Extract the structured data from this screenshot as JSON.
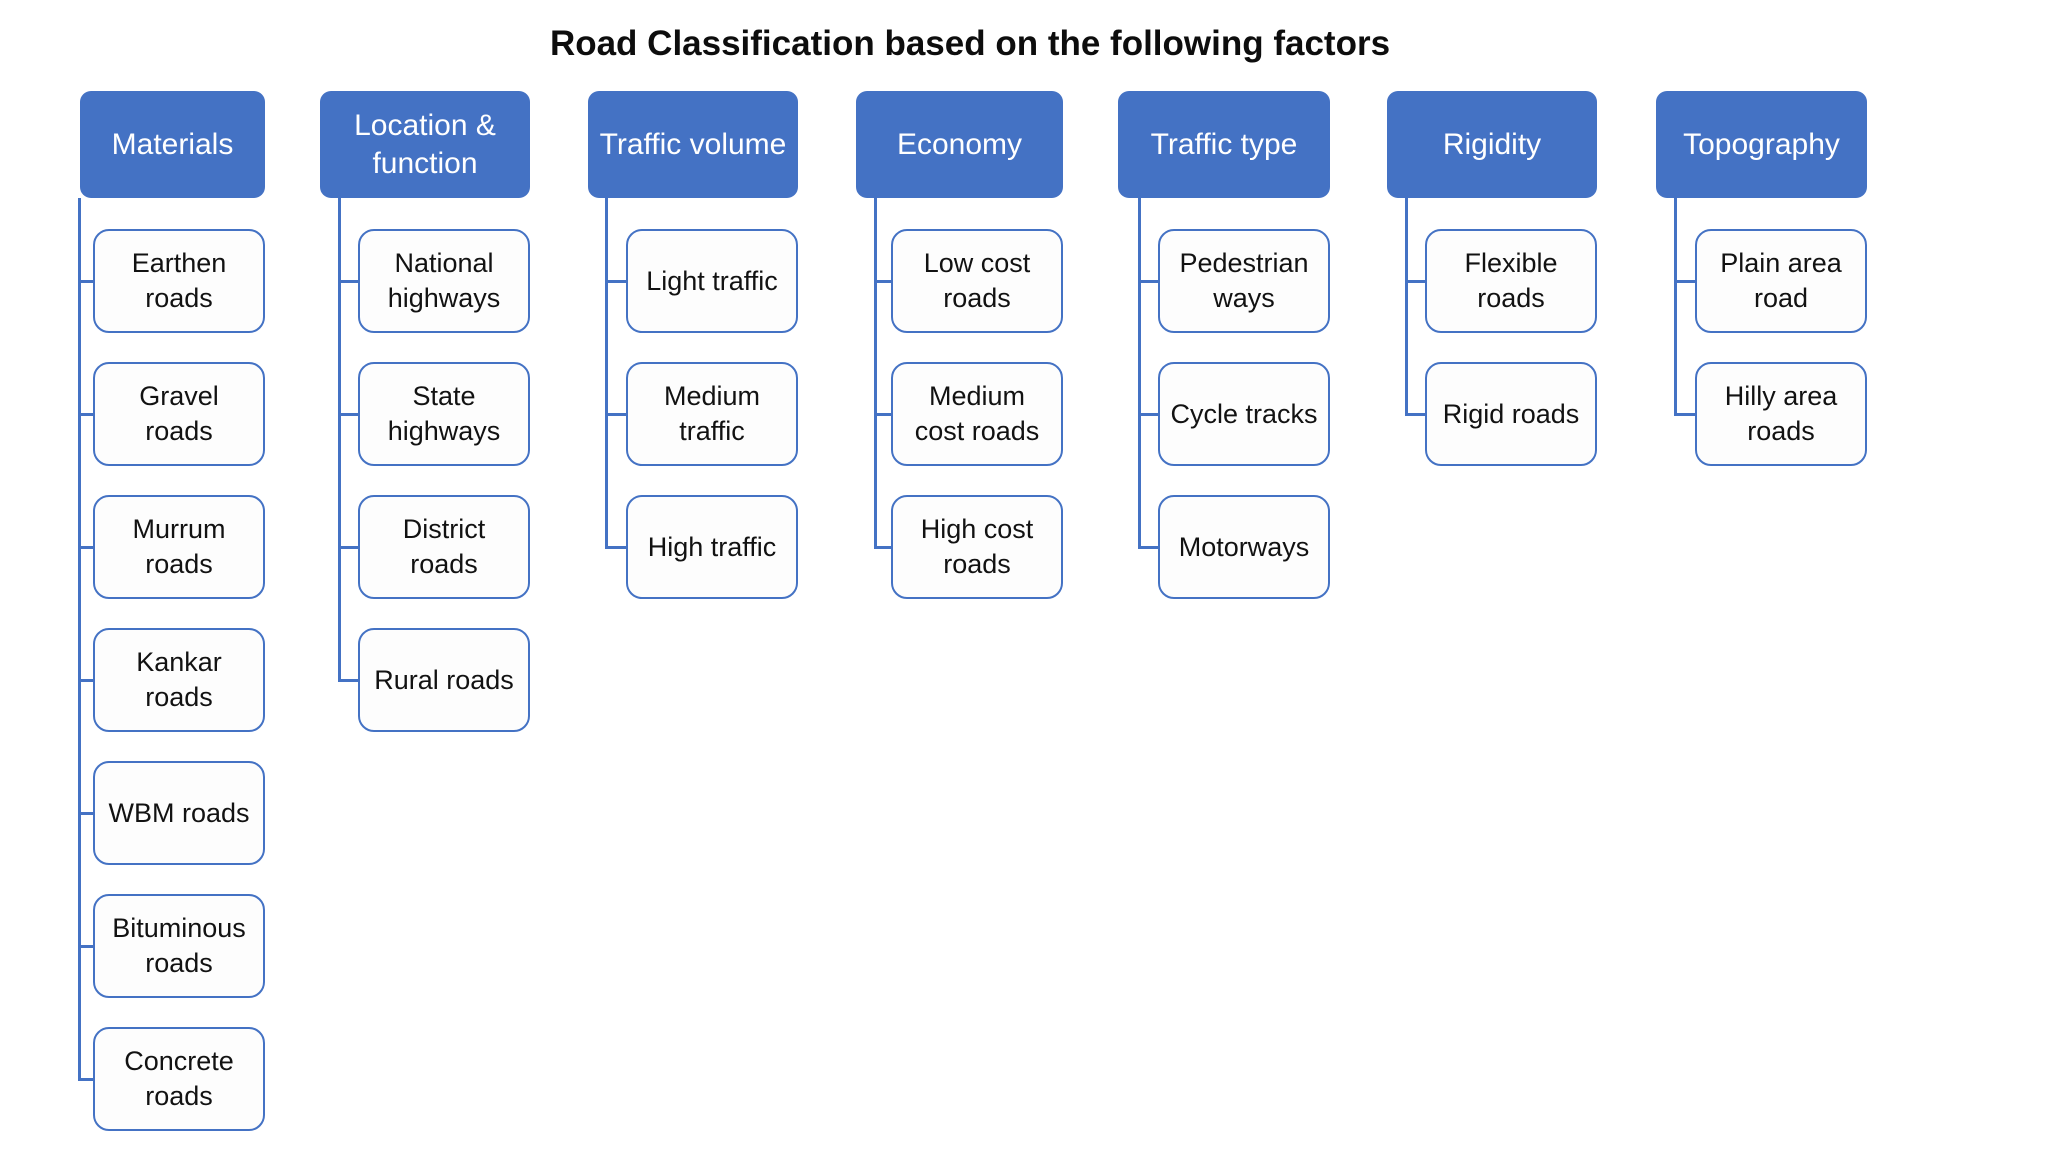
{
  "title": "Road Classification based on the following factors",
  "colors": {
    "accent_blue": "#4472C4",
    "node_fill": "#fdfdfd",
    "text": "#121212",
    "background": "#ffffff"
  },
  "diagram": {
    "columns": [
      {
        "header": "Materials",
        "children": [
          "Earthen roads",
          "Gravel roads",
          "Murrum roads",
          "Kankar roads",
          "WBM roads",
          "Bituminous roads",
          "Concrete roads"
        ]
      },
      {
        "header": "Location & function",
        "children": [
          "National highways",
          "State highways",
          "District roads",
          "Rural roads"
        ]
      },
      {
        "header": "Traffic volume",
        "children": [
          "Light traffic",
          "Medium traffic",
          "High traffic"
        ]
      },
      {
        "header": "Economy",
        "children": [
          "Low cost roads",
          "Medium cost roads",
          "High cost roads"
        ]
      },
      {
        "header": "Traffic type",
        "children": [
          "Pedestrian ways",
          "Cycle tracks",
          "Motorways"
        ]
      },
      {
        "header": "Rigidity",
        "children": [
          "Flexible roads",
          "Rigid roads"
        ]
      },
      {
        "header": "Topography",
        "children": [
          "Plain area road",
          "Hilly area roads"
        ]
      }
    ]
  }
}
